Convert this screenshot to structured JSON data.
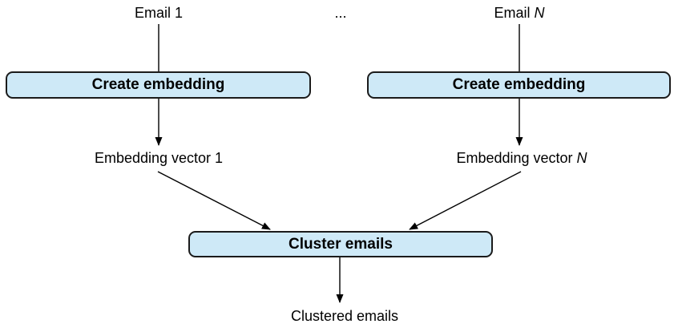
{
  "colors": {
    "background": "#ffffff",
    "box_fill": "#cee9f7",
    "box_border": "#1b1b1b",
    "arrow": "#000000",
    "text": "#000000"
  },
  "diagram": {
    "top_row": {
      "email_1": "Email 1",
      "ellipsis": "...",
      "email_n_prefix": "Email ",
      "email_n_var": "N"
    },
    "process_boxes": {
      "create_embedding_left": "Create embedding",
      "create_embedding_right": "Create embedding",
      "cluster_emails": "Cluster emails"
    },
    "mid_row": {
      "embedding_vector_1": "Embedding vector 1",
      "embedding_vector_n_prefix": "Embedding vector ",
      "embedding_vector_n_var": "N"
    },
    "output": {
      "clustered_emails": "Clustered emails"
    }
  }
}
